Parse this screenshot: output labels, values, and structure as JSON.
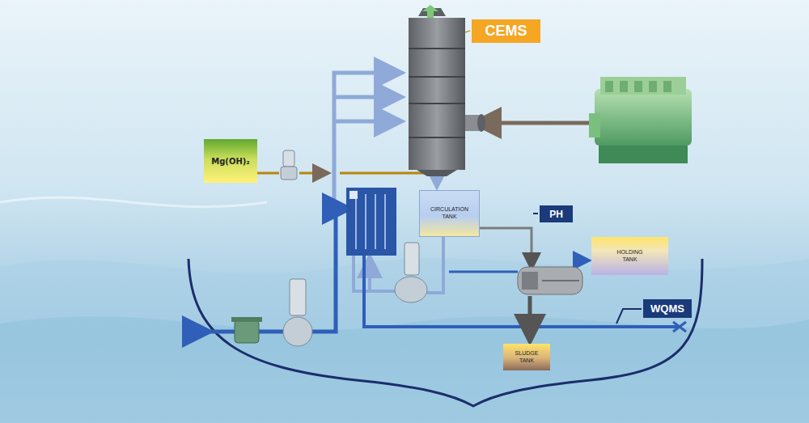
{
  "diagram": {
    "nodes": [
      {
        "text": [
          "CEMS"
        ]
      },
      {
        "text": [
          "Mg(OH)₂"
        ]
      },
      {
        "text": [
          "CIRCULATION TANK"
        ]
      },
      {
        "text": [
          "PH"
        ]
      },
      {
        "text": [
          "HOLDING TANK"
        ]
      },
      {
        "text": [
          "WQMS"
        ]
      },
      {
        "text": [
          "SLUDGE TANK"
        ]
      }
    ]
  }
}
